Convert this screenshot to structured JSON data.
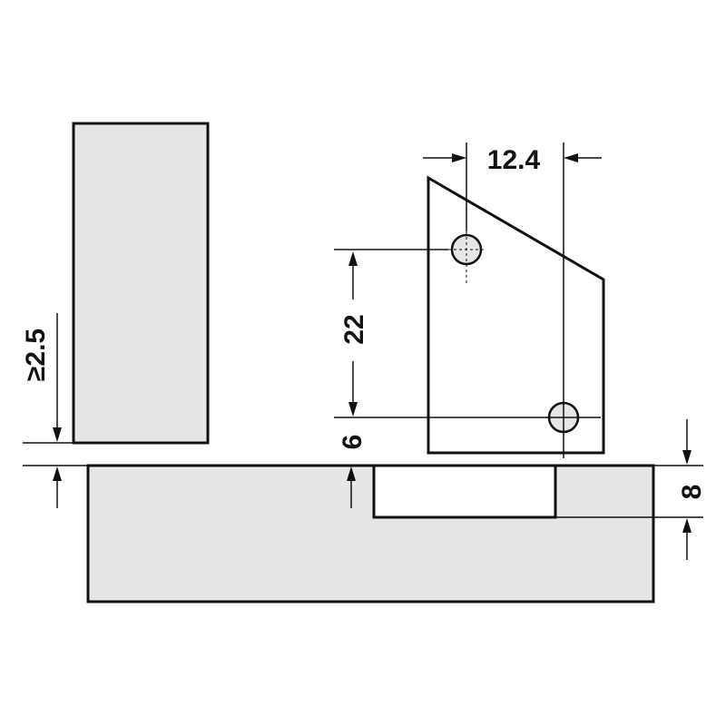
{
  "dimensions": {
    "hole_spacing_horizontal": "12.4",
    "hole_spacing_vertical": "22",
    "hole_offset": "6",
    "panel_min_thickness": "≥2.5",
    "recess_depth": "8"
  },
  "colors": {
    "panel_fill": "#e5e6e8",
    "line": "#111111",
    "background": "#ffffff"
  }
}
